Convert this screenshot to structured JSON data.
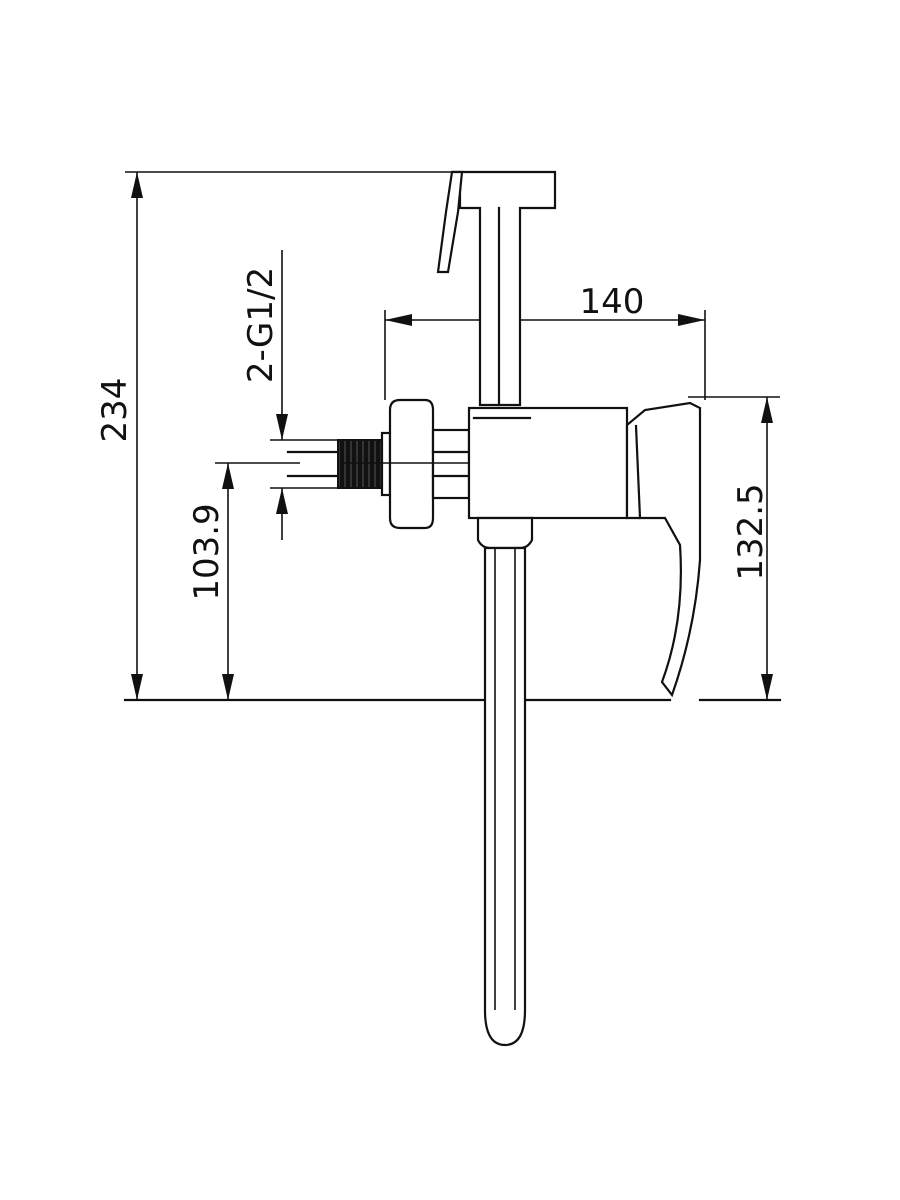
{
  "dimensions": {
    "overall_height": "234",
    "inlet_thread": "2-G1/2",
    "depth": "140",
    "inlet_height": "103.9",
    "handle_height": "132.5"
  },
  "colors": {
    "line": "#111111",
    "background": "#ffffff"
  }
}
